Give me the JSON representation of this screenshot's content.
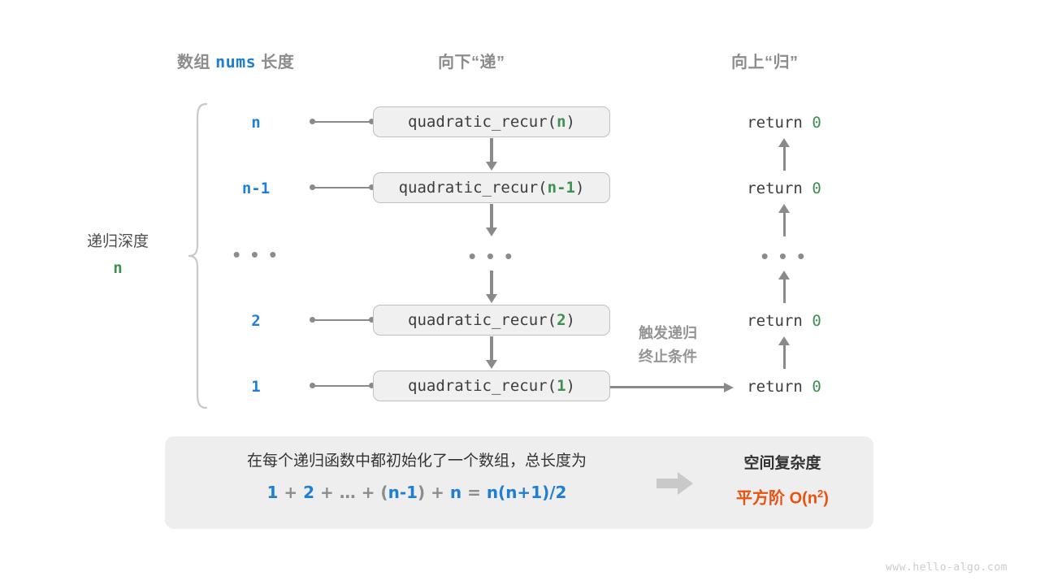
{
  "headers": {
    "array_len_prefix": "数组 ",
    "array_len_var": "nums",
    "array_len_suffix": " 长度",
    "down": "向下“递”",
    "up": "向上“归”"
  },
  "depth": {
    "label": "递归深度",
    "value": "n"
  },
  "rows": [
    {
      "len": "n",
      "call_name": "quadratic_recur(",
      "call_arg": "n",
      "call_close": ")",
      "ret": "return ",
      "ret_val": "0"
    },
    {
      "len": "n-1",
      "call_name": "quadratic_recur(",
      "call_arg": "n-1",
      "call_close": ")",
      "ret": "return ",
      "ret_val": "0"
    },
    {
      "len": "…",
      "call_name": "…",
      "call_arg": "",
      "call_close": "",
      "ret": "…",
      "ret_val": ""
    },
    {
      "len": "2",
      "call_name": "quadratic_recur(",
      "call_arg": "2",
      "call_close": ")",
      "ret": "return ",
      "ret_val": "0"
    },
    {
      "len": "1",
      "call_name": "quadratic_recur(",
      "call_arg": "1",
      "call_close": ")",
      "ret": "return ",
      "ret_val": "0"
    }
  ],
  "ellipsis": "• • •",
  "trigger_note": {
    "line1": "触发递归",
    "line2": "终止条件"
  },
  "summary": {
    "text": "在每个递归函数中都初始化了一个数组，总长度为",
    "formula_parts": [
      {
        "t": "1",
        "hl": true
      },
      {
        "t": " + ",
        "hl": false
      },
      {
        "t": "2",
        "hl": true
      },
      {
        "t": " + … + (",
        "hl": false
      },
      {
        "t": "n-1",
        "hl": true
      },
      {
        "t": ") + ",
        "hl": false
      },
      {
        "t": "n",
        "hl": true
      },
      {
        "t": " = ",
        "hl": false
      },
      {
        "t": "n(n+1)/2",
        "hl": true
      }
    ],
    "complexity_title": "空间复杂度",
    "complexity_order": "平方阶 ",
    "complexity_big_o": "O(n",
    "complexity_exp": "2",
    "complexity_close": ")"
  },
  "watermark": "www.hello-algo.com",
  "colors": {
    "blue": "#1f7fd4",
    "green": "#3f8f4f",
    "gray": "#8c8c8c",
    "orange": "#e8510f",
    "panel": "#eeeeee",
    "box_fill": "#f0f0f0",
    "box_border": "#bfbfbf"
  }
}
